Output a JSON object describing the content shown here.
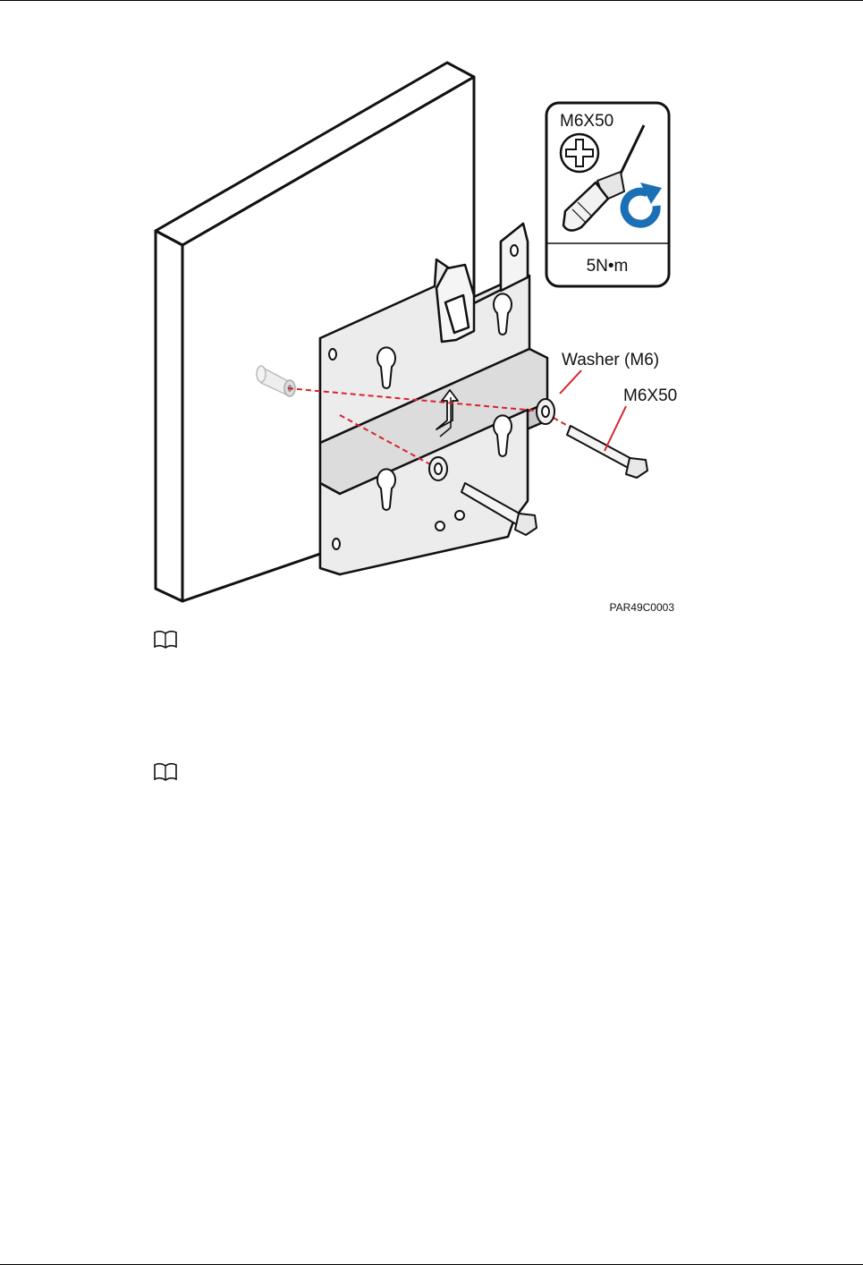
{
  "figure": {
    "tool_panel": {
      "screw_spec": "M6X50",
      "torque": "5N•m"
    },
    "callouts": {
      "washer": "Washer (M6)",
      "screw": "M6X50"
    },
    "figure_id": "PAR49C0003"
  },
  "notes": [
    {
      "icon": "book-icon"
    },
    {
      "icon": "book-icon"
    }
  ],
  "colors": {
    "rotation_arrow": "#1a6fb5",
    "guide_line": "#d9232e",
    "line": "#111111"
  }
}
